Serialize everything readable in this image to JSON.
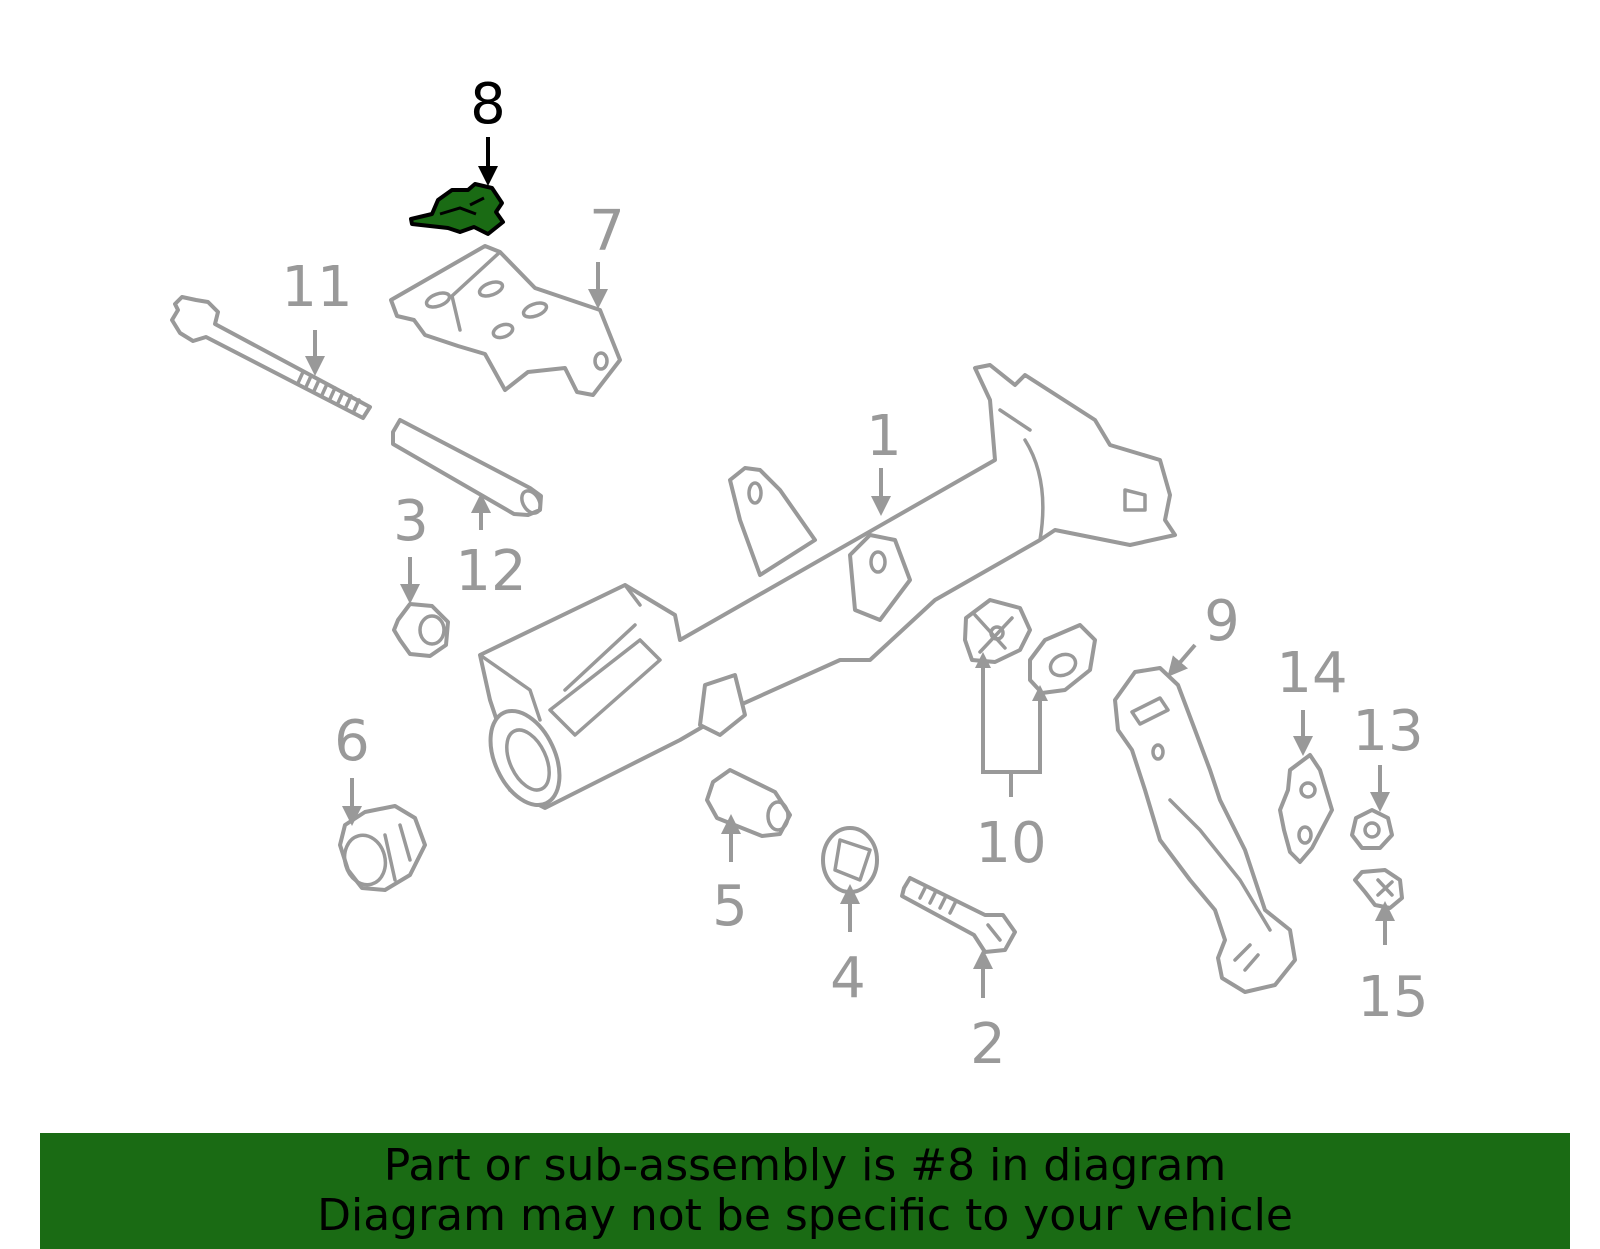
{
  "diagram": {
    "highlighted_part": "8",
    "highlight_color": "#1a6b14",
    "part_color": "#999999",
    "callouts": {
      "c1": "1",
      "c2": "2",
      "c3": "3",
      "c4": "4",
      "c5": "5",
      "c6": "6",
      "c7": "7",
      "c8": "8",
      "c9": "9",
      "c10": "10",
      "c11": "11",
      "c12": "12",
      "c13": "13",
      "c14": "14",
      "c15": "15"
    }
  },
  "banner": {
    "line1": "Part or sub-assembly is #8 in diagram",
    "line2": "Diagram may not be specific to your vehicle",
    "background": "#1a6b14"
  }
}
